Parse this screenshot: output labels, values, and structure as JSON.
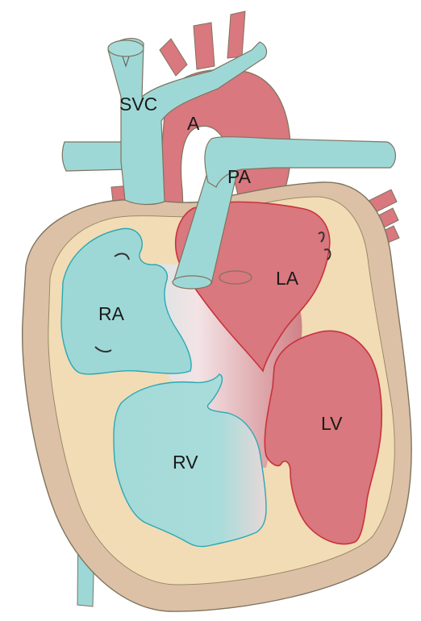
{
  "labels": {
    "svc": "SVC",
    "aorta": "A",
    "pulmonary_artery": "PA",
    "left_atrium": "LA",
    "right_atrium": "RA",
    "left_ventricle": "LV",
    "right_ventricle": "RV"
  },
  "colors": {
    "deoxygenated_blood": "#9ed8d6",
    "oxygenated_blood": "#d9787e",
    "heart_wall_outer": "#dcc1a6",
    "heart_wall_inner": "#f1dcb5",
    "cavity_outline_red": "#c8333d",
    "cavity_outline_blue": "#2aa8b4",
    "pencil_outline": "#7d7460"
  }
}
